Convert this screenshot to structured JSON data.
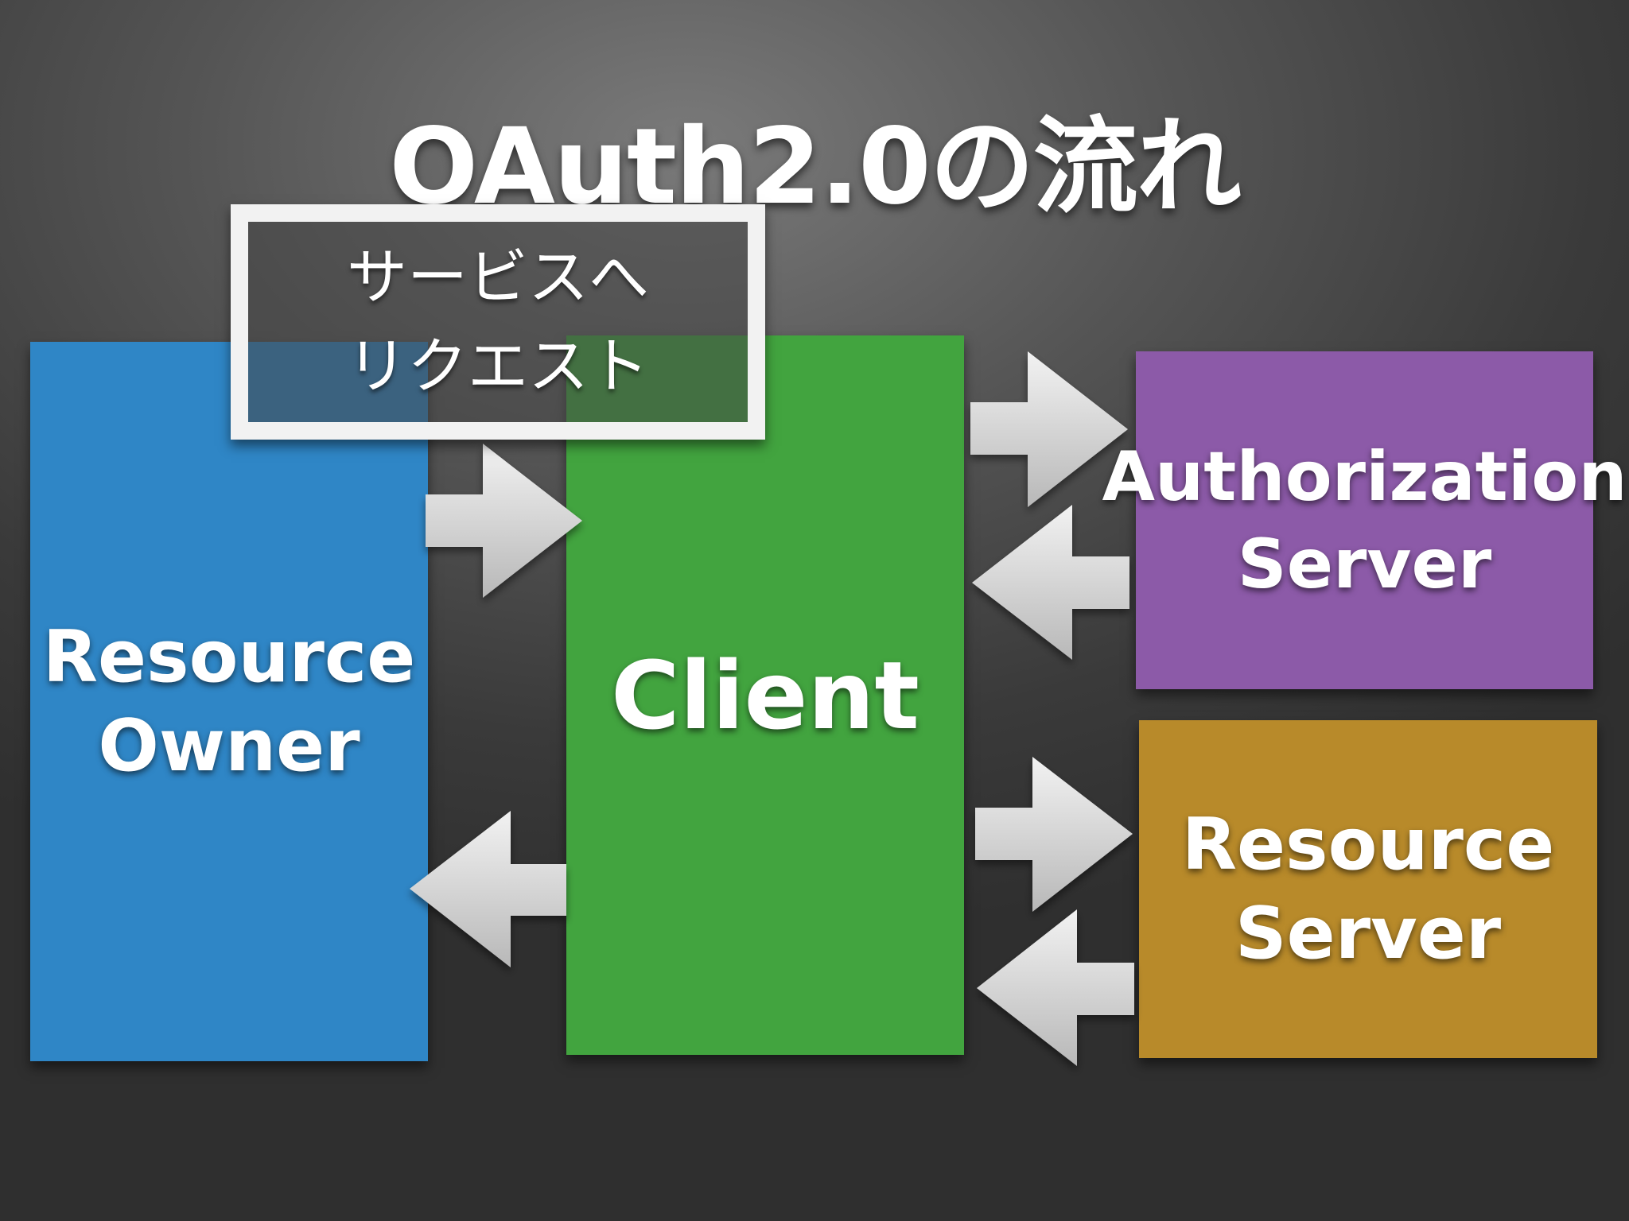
{
  "title": "OAuth2.0の流れ",
  "boxes": {
    "resource_owner": {
      "line1": "Resource",
      "line2": "Owner",
      "color": "#2f86c6"
    },
    "client": {
      "line1": "Client",
      "color": "#42a43f"
    },
    "authorization_server": {
      "line1": "Authorization",
      "line2": "Server",
      "color": "#8c5aa8"
    },
    "resource_server": {
      "line1": "Resource",
      "line2": "Server",
      "color": "#b88a2a"
    }
  },
  "callout": {
    "line1": "サービスへ",
    "line2": "リクエスト"
  },
  "arrows": [
    {
      "from": "resource_owner",
      "to": "client"
    },
    {
      "from": "client",
      "to": "resource_owner"
    },
    {
      "from": "client",
      "to": "authorization_server"
    },
    {
      "from": "authorization_server",
      "to": "client"
    },
    {
      "from": "client",
      "to": "resource_server"
    },
    {
      "from": "resource_server",
      "to": "client"
    }
  ]
}
